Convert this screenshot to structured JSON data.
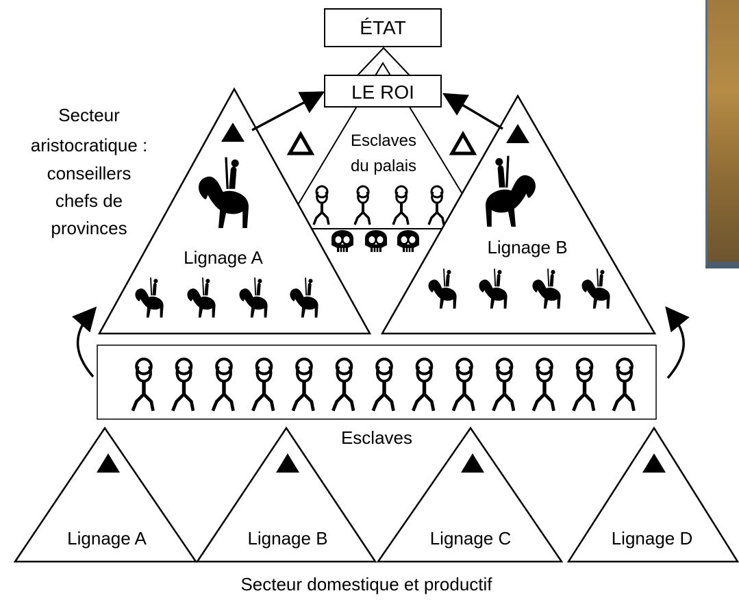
{
  "top": {
    "state_label": "ÉTAT",
    "king_label": "LE ROI"
  },
  "aristocratic": {
    "sector_label_lines": [
      "Secteur",
      "aristocratique :",
      "conseillers",
      "chefs de",
      "provinces"
    ],
    "lineage_a_label": "Lignage A",
    "lineage_b_label": "Lignage B",
    "palace_slaves_lines": [
      "Esclaves",
      "du palais"
    ]
  },
  "slaves": {
    "label": "Esclaves"
  },
  "domestic": {
    "lineages": [
      "Lignage A",
      "Lignage B",
      "Lignage C",
      "Lignage D"
    ],
    "sector_label": "Secteur domestique et productif"
  },
  "icons": {
    "horseman": "horseman-icon",
    "slave": "slave-figure-icon",
    "skull": "skull-icon",
    "filled_triangle": "filled-triangle-icon",
    "open_triangle": "open-triangle-icon"
  }
}
